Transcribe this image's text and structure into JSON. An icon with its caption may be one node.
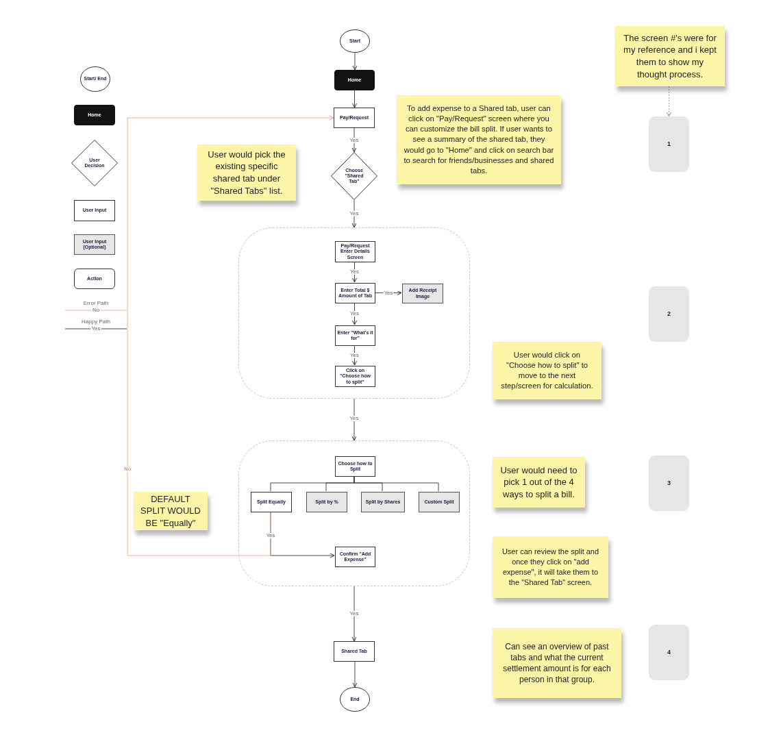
{
  "diagram": {
    "nodes": [
      {
        "text": [
          "Start/ End"
        ]
      },
      {
        "text": [
          "Home"
        ]
      },
      {
        "text": [
          "User Decision"
        ]
      },
      {
        "text": [
          "User Input"
        ]
      },
      {
        "text": [
          "User Input (Optional)"
        ]
      },
      {
        "text": [
          "Action"
        ]
      },
      {
        "text": [
          "Start"
        ]
      },
      {
        "text": [
          "Home"
        ]
      },
      {
        "text": [
          "Pay/Request"
        ]
      },
      {
        "text": [
          "Choose \"Shared Tab\""
        ]
      },
      {
        "text": [],
        "shape": "box"
      },
      {
        "text": [
          "Pay/Request Enter Details Screen"
        ],
        "in": 10
      },
      {
        "text": [
          "Enter Total $ Amount of Tab"
        ],
        "in": 10
      },
      {
        "text": [
          "Add Receipt Image"
        ],
        "in": 10
      },
      {
        "text": [
          "Enter \"What's it for\""
        ],
        "in": 10
      },
      {
        "text": [
          "Click on \"Choose how to split\""
        ],
        "in": 10
      },
      {
        "text": [],
        "shape": "box"
      },
      {
        "text": [
          "Choose how to Split"
        ],
        "in": 16
      },
      {
        "text": [
          "Split Equally"
        ],
        "in": 16
      },
      {
        "text": [
          "Split by %"
        ],
        "in": 16
      },
      {
        "text": [
          "Split by Shares"
        ],
        "in": 16
      },
      {
        "text": [
          "Custom Split"
        ],
        "in": 16
      },
      {
        "text": [
          "Confirm \"Add Expense\""
        ],
        "in": 16
      },
      {
        "text": [
          "Shared Tab"
        ]
      },
      {
        "text": [
          "End"
        ]
      },
      {
        "text": [
          "The screen #'s were for my reference and i kept them to show my thought process."
        ]
      },
      {
        "text": [
          "To add expense to a Shared tab, user can click on \"Pay/Request\" screen where you can customize the bill split. If user wants to see a summary of the shared tab, they would go to \"Home\" and click on search bar to search for friends/businesses and shared tabs."
        ]
      },
      {
        "text": [
          "User would pick the existing specific shared tab under \"Shared Tabs\" list."
        ]
      },
      {
        "text": [
          "DEFAULT SPLIT WOULD BE \"Equally\""
        ]
      },
      {
        "text": [
          "User would click on \"Choose how to split\" to move to the next step/screen for calculation."
        ]
      },
      {
        "text": [
          "User would need to pick 1 out of the 4 ways to split a bill."
        ]
      },
      {
        "text": [
          "User can review the split and once they click on \"add expense\", it will take them to the \"Shared Tab\" screen."
        ]
      },
      {
        "text": [
          "Can see an overview of past tabs and what the current settlement amount is for each person in that group."
        ]
      },
      {
        "text": [
          "1"
        ]
      },
      {
        "text": [
          "2"
        ]
      },
      {
        "text": [
          "3"
        ]
      },
      {
        "text": [
          "4"
        ]
      }
    ],
    "edges": [
      {
        "from": 6,
        "to": 7,
        "arrow": "to"
      },
      {
        "from": 7,
        "to": 8,
        "arrow": "to"
      },
      {
        "from": 8,
        "to": 9,
        "arrow": "to",
        "label": "Yes"
      },
      {
        "from": 9,
        "to": 10,
        "arrow": "to",
        "label": "Yes"
      },
      {
        "from": 11,
        "to": 12,
        "arrow": "to",
        "label": "Yes"
      },
      {
        "from": 12,
        "to": 13,
        "arrow": "to",
        "label": "Yes"
      },
      {
        "from": 12,
        "to": 14,
        "arrow": "to",
        "label": "Yes"
      },
      {
        "from": 14,
        "to": 15,
        "arrow": "to",
        "label": "Yes"
      },
      {
        "from": 10,
        "to": 16,
        "arrow": "to",
        "label": "Yes"
      },
      {
        "from": 17,
        "to": 18,
        "arrow": "none"
      },
      {
        "from": 17,
        "to": 19,
        "arrow": "none"
      },
      {
        "from": 17,
        "to": 20,
        "arrow": "none"
      },
      {
        "from": 17,
        "to": 21,
        "arrow": "none"
      },
      {
        "from": 18,
        "to": 22,
        "arrow": "to",
        "label": "Yes"
      },
      {
        "from": 18,
        "to": 8,
        "arrow": "to",
        "label": "No",
        "color": "#f2a88f"
      },
      {
        "from": 16,
        "to": 23,
        "arrow": "to",
        "label": "Yes"
      },
      {
        "from": 23,
        "to": 24,
        "arrow": "to"
      },
      {
        "from": 25,
        "to": 33,
        "arrow": "to",
        "style": "dashed",
        "color": "#9a9a9a"
      }
    ],
    "labels": [
      "No",
      "Yes"
    ],
    "legend": [
      {
        "text": "Error Path"
      },
      {
        "text": "Happy Path"
      }
    ]
  }
}
